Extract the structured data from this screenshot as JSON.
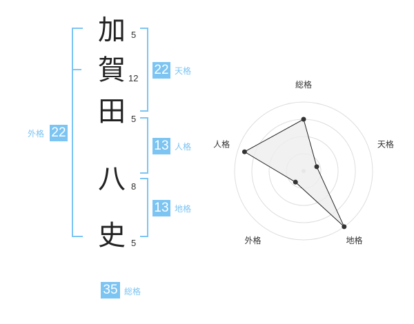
{
  "name": {
    "chars": [
      {
        "char": "加",
        "strokes": "5"
      },
      {
        "char": "賀",
        "strokes": "12"
      },
      {
        "char": "田",
        "strokes": "5"
      },
      {
        "char": "八",
        "strokes": "8"
      },
      {
        "char": "史",
        "strokes": "5"
      }
    ]
  },
  "kakusu": {
    "tenkaku": {
      "value": "22",
      "label": "天格"
    },
    "jinkaku": {
      "value": "13",
      "label": "人格"
    },
    "chikaku": {
      "value": "13",
      "label": "地格"
    },
    "gaikaku": {
      "value": "22",
      "label": "外格"
    },
    "soukaku": {
      "value": "35",
      "label": "総格"
    }
  },
  "chart_data": {
    "type": "radar",
    "axes": [
      "総格",
      "天格",
      "地格",
      "外格",
      "人格"
    ],
    "values": [
      0.75,
      0.2,
      1.0,
      0.2,
      0.9
    ],
    "rings": 4,
    "colors": {
      "fill": "#eeeeee",
      "line": "#222222",
      "grid": "#dddddd",
      "accent": "#7cc4f2"
    }
  }
}
